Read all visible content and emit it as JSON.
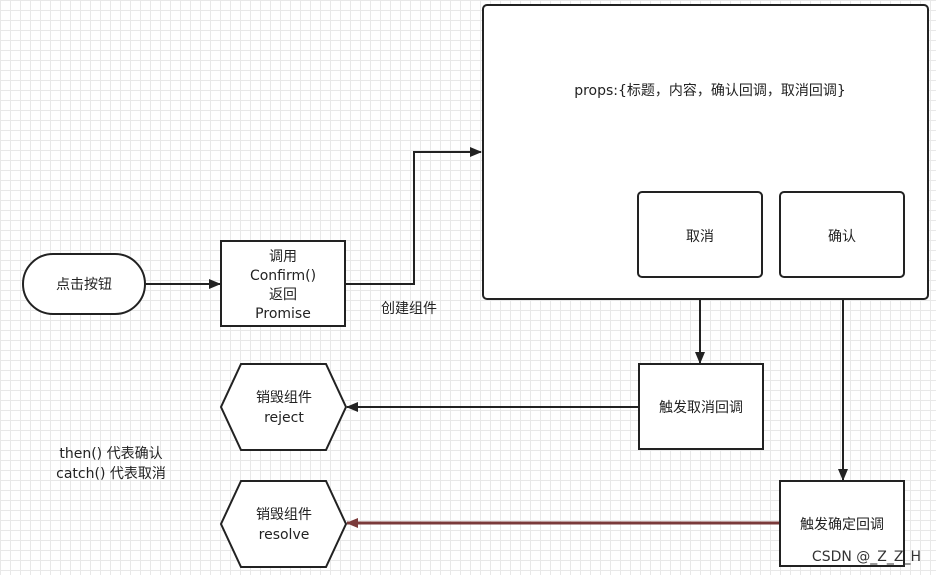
{
  "nodes": {
    "click_button": "点击按钮",
    "call_confirm": [
      "调用",
      "Confirm()",
      "返回",
      "Promise"
    ],
    "component_props": "props:{标题，内容，确认回调，取消回调}",
    "cancel_button": "取消",
    "confirm_button": "确认",
    "trigger_cancel": "触发取消回调",
    "trigger_confirm": "触发确定回调",
    "destroy_reject": [
      "销毁组件",
      "reject"
    ],
    "destroy_resolve": [
      "销毁组件",
      "resolve"
    ]
  },
  "labels": {
    "create_component": "创建组件",
    "then_note": "then() 代表确认",
    "catch_note": "catch() 代表取消"
  },
  "watermark": "CSDN @_Z_Z_H",
  "colors": {
    "stroke": "#222222",
    "resolve_arrow": "#7a3a3a",
    "grid": "#e8e8e8",
    "background": "#ffffff"
  }
}
